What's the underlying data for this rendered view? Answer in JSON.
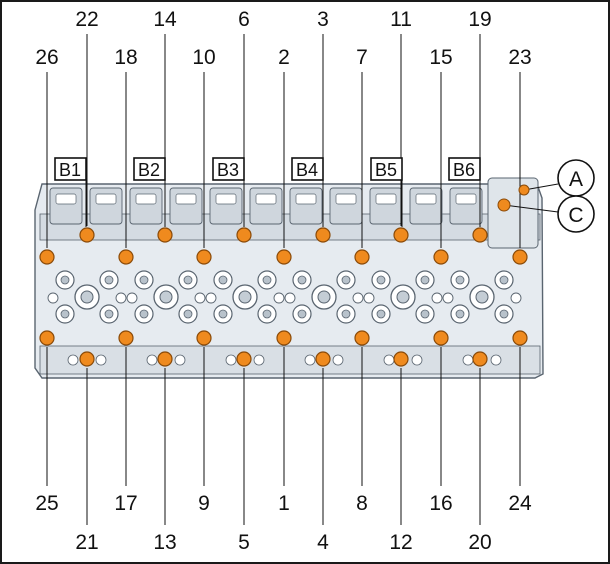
{
  "bolt_columns": [
    {
      "top": "26",
      "bottom": "25"
    },
    {
      "top": "22",
      "bottom": "21"
    },
    {
      "top": "18",
      "bottom": "17"
    },
    {
      "top": "14",
      "bottom": "13"
    },
    {
      "top": "10",
      "bottom": "9"
    },
    {
      "top": "6",
      "bottom": "5"
    },
    {
      "top": "2",
      "bottom": "1"
    },
    {
      "top": "3",
      "bottom": "4"
    },
    {
      "top": "7",
      "bottom": "8"
    },
    {
      "top": "11",
      "bottom": "12"
    },
    {
      "top": "15",
      "bottom": "16"
    },
    {
      "top": "19",
      "bottom": "20"
    },
    {
      "top": "23",
      "bottom": "24"
    }
  ],
  "bridges": [
    "B1",
    "B2",
    "B3",
    "B4",
    "B5",
    "B6"
  ],
  "callouts": [
    "A",
    "C"
  ],
  "colors": {
    "bolt_fill": "#ef8a1e",
    "bolt_stroke": "#8a4a08",
    "head_fill": "#e6ebf0",
    "head_stroke": "#5a6570",
    "ink": "#111111"
  }
}
